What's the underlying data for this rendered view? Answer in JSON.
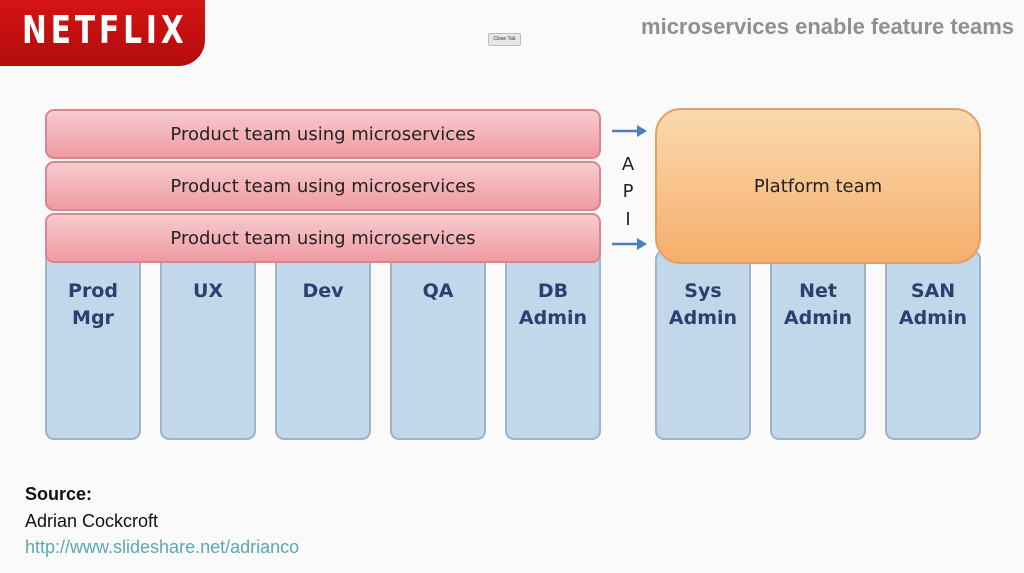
{
  "header": {
    "logo_text": "NETFLIX",
    "slide_title": "microservices enable feature teams",
    "close_tab_label": "Close Tab"
  },
  "diagram": {
    "product_bars": [
      {
        "label": "Product team using microservices"
      },
      {
        "label": "Product team using microservices"
      },
      {
        "label": "Product team using microservices"
      }
    ],
    "api_letters": [
      "A",
      "P",
      "I"
    ],
    "platform_label": "Platform team",
    "product_columns": [
      {
        "label": "Prod\nMgr"
      },
      {
        "label": "UX"
      },
      {
        "label": "Dev"
      },
      {
        "label": "QA"
      },
      {
        "label": "DB\nAdmin"
      }
    ],
    "platform_columns": [
      {
        "label": "Sys\nAdmin"
      },
      {
        "label": "Net\nAdmin"
      },
      {
        "label": "SAN\nAdmin"
      }
    ]
  },
  "source": {
    "label": "Source:",
    "author": "Adrian Cockcroft",
    "link": "http://www.slideshare.net/adrianco"
  },
  "colors": {
    "netflix_red": "#c4111a",
    "bar_pink": "#f2a8ad",
    "platform_orange": "#f7b877",
    "column_blue": "#c3d7ea",
    "arrow_blue": "#4a7fc1",
    "link_teal": "#5aa7b6"
  },
  "icons": {
    "arrow": "arrow-right-icon"
  }
}
